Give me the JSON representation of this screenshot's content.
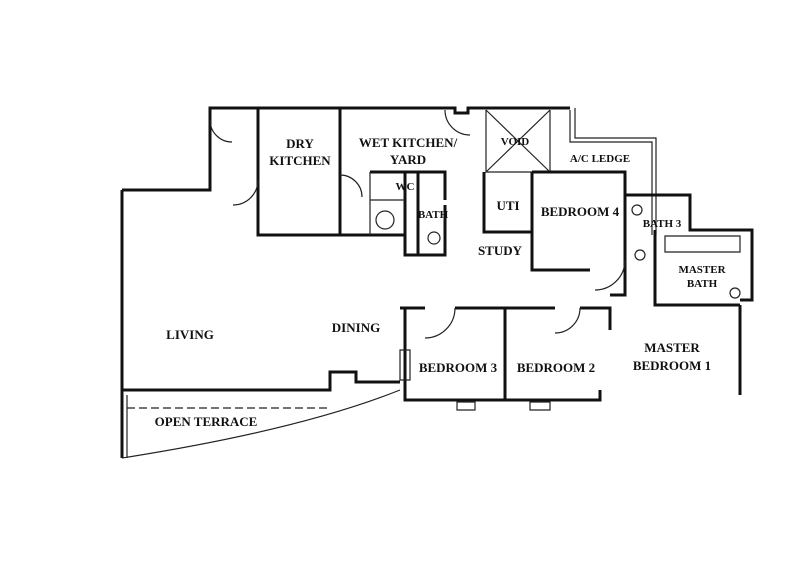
{
  "rooms": {
    "dry_kitchen": [
      "DRY",
      "KITCHEN"
    ],
    "wet_kitchen": [
      "WET KITCHEN/",
      "YARD"
    ],
    "wc": "WC",
    "bath": "BATH",
    "void": "VOID",
    "ac_ledge": "A/C LEDGE",
    "uti": "UTI",
    "bedroom4": "BEDROOM 4",
    "bath3": "BATH 3",
    "study": "STUDY",
    "master_bath": [
      "MASTER",
      "BATH"
    ],
    "living": "LIVING",
    "dining": "DINING",
    "bedroom3": "BEDROOM 3",
    "bedroom2": "BEDROOM 2",
    "master_bedroom": [
      "MASTER",
      "BEDROOM 1"
    ],
    "open_terrace": "OPEN TERRACE"
  }
}
